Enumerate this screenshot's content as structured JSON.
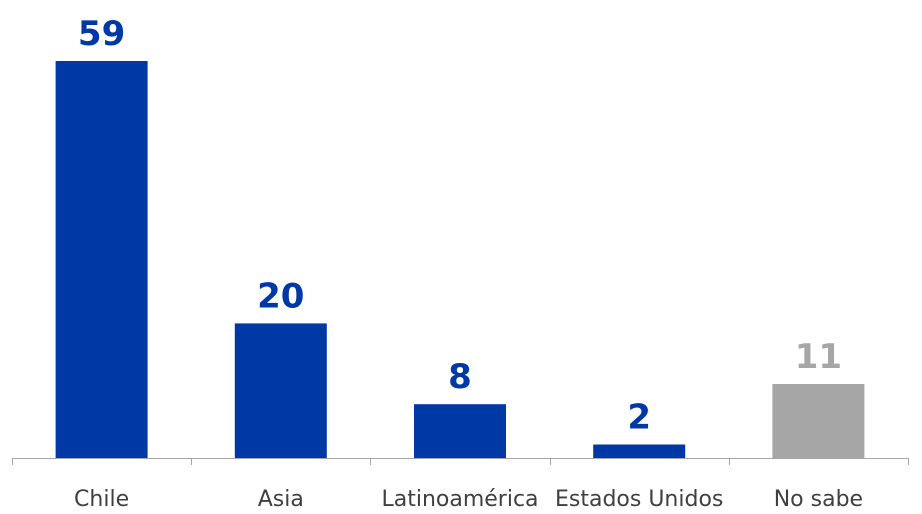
{
  "chart_data": {
    "type": "bar",
    "title": "",
    "xlabel": "",
    "ylabel": "",
    "categories": [
      "Chile",
      "Asia",
      "Latinoamérica",
      "Estados Unidos",
      "No sabe"
    ],
    "values": [
      59,
      20,
      8,
      2,
      11
    ],
    "data_labels": [
      "59",
      "20",
      "8",
      "2",
      "11"
    ],
    "bar_colors": [
      "#0039A6",
      "#0039A6",
      "#0039A6",
      "#0039A6",
      "#A6A6A6"
    ],
    "label_colors": [
      "#0039A6",
      "#0039A6",
      "#0039A6",
      "#0039A6",
      "#A6A6A6"
    ],
    "ylim": [
      0,
      59
    ],
    "grid": false,
    "legend": "none"
  },
  "colors": {
    "primary": "#0039A6",
    "neutral": "#A6A6A6",
    "axis": "#A6A6A6",
    "category_text": "#404040"
  }
}
